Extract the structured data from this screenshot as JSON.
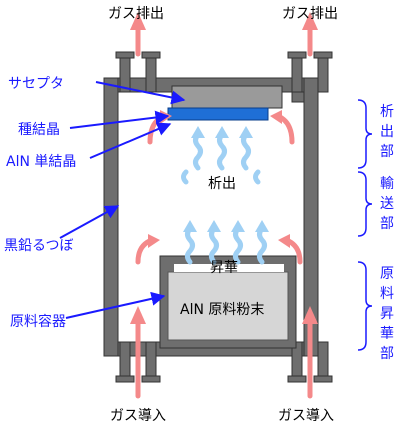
{
  "labels": {
    "gas_out_left": "ガス排出",
    "gas_out_right": "ガス排出",
    "gas_in_left": "ガス導入",
    "gas_in_right": "ガス導入",
    "susceptor": "サセプタ",
    "seed_crystal": "種結晶",
    "aln_single_crystal": "AlN 単結晶",
    "graphite_crucible": "黒鉛るつぼ",
    "source_container": "原料容器",
    "precipitation": "析出",
    "sublimation": "昇華",
    "aln_source_powder": "AlN 原料粉末"
  },
  "zones": {
    "precipitation_zone": [
      "析",
      "出",
      "部"
    ],
    "transport_zone": [
      "輸",
      "送",
      "部"
    ],
    "source_sublimation_zone": [
      "原",
      "料",
      "昇",
      "華",
      "部"
    ]
  },
  "colors": {
    "wall": "#6e6e6e",
    "wall_stroke": "#333333",
    "gas_arrow": "#f4898a",
    "vapor_arrow": "#9fd0f4",
    "label_blue": "#1a1aff",
    "seed_blue": "#1f6fd6",
    "source_fill": "#d6d6d6",
    "susceptor_fill": "#9a9a9a"
  }
}
